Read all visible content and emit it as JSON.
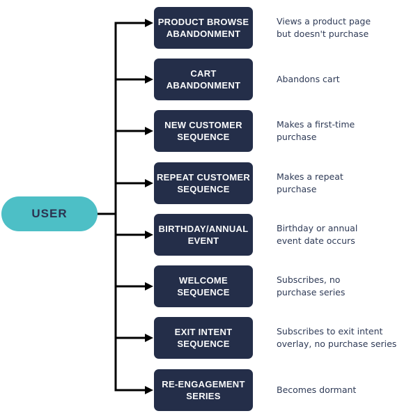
{
  "diagram": {
    "user": {
      "label": "USER"
    },
    "rows": [
      {
        "id": "product-browse-abandonment",
        "label": "PRODUCT BROWSE\nABANDONMENT",
        "desc": "Views a product page\nbut doesn't purchase"
      },
      {
        "id": "cart-abandonment",
        "label": "CART\nABANDONMENT",
        "desc": "Abandons cart"
      },
      {
        "id": "new-customer-sequence",
        "label": "NEW CUSTOMER\nSEQUENCE",
        "desc": "Makes a first-time\npurchase"
      },
      {
        "id": "repeat-customer-sequence",
        "label": "REPEAT CUSTOMER\nSEQUENCE",
        "desc": "Makes a repeat\npurchase"
      },
      {
        "id": "birthday-annual-event",
        "label": "BIRTHDAY/ANNUAL\nEVENT",
        "desc": "Birthday or annual\nevent date occurs"
      },
      {
        "id": "welcome-sequence",
        "label": "WELCOME\nSEQUENCE",
        "desc": "Subscribes, no\npurchase series"
      },
      {
        "id": "exit-intent-sequence",
        "label": "EXIT INTENT\nSEQUENCE",
        "desc": "Subscribes to exit intent\noverlay, no purchase series"
      },
      {
        "id": "re-engagement-series",
        "label": "RE-ENGAGEMENT\nSERIES",
        "desc": "Becomes dormant"
      }
    ],
    "colors": {
      "node_fill": "#242e49",
      "node_text": "#fafbfc",
      "user_fill": "#4dbfc6",
      "user_text": "#2b3350",
      "connector": "#000000",
      "description_text": "#2e3a56",
      "background": "#ffffff"
    }
  }
}
